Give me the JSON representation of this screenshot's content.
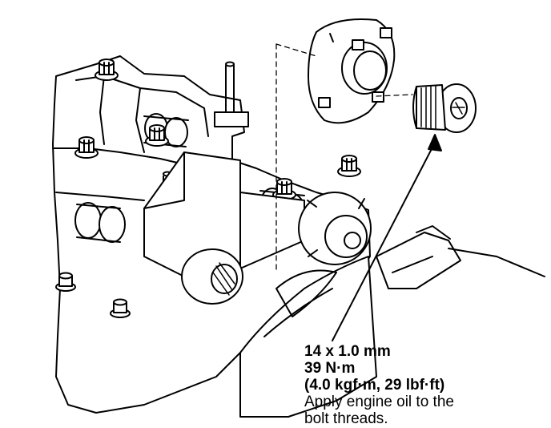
{
  "callout": {
    "size": "14 x 1.0 mm",
    "torque_nm": "39 N·m",
    "torque_alt": "(4.0 kgf·m, 29 lbf·ft)",
    "note_line1": "Apply engine oil to the",
    "note_line2": "bolt threads."
  },
  "colors": {
    "ink": "#000000",
    "paper": "#ffffff"
  }
}
